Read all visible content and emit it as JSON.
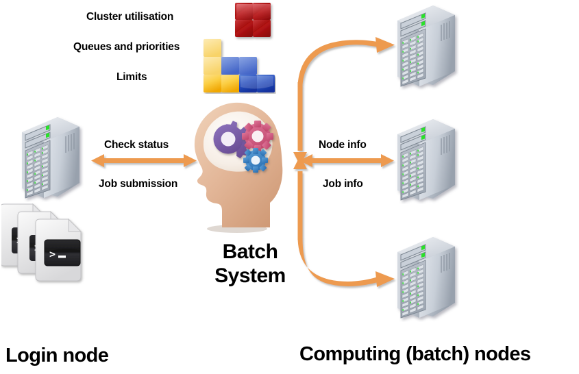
{
  "diagram": {
    "title": "HPC Batch System Workflow Diagram",
    "background": "#ffffff",
    "accent_orange": "#ED9A4F",
    "text_color": "#000000"
  },
  "bullets": [
    {
      "label": "Cluster utilisation"
    },
    {
      "label": "Queues and priorities"
    },
    {
      "label": "Limits"
    }
  ],
  "flows": {
    "check_status": "Check status",
    "job_submission": "Job submission",
    "node_info": "Node info",
    "job_info": "Job info"
  },
  "center": {
    "line1": "Batch",
    "line2": "System",
    "icon": "head-with-gears-icon",
    "gear_colors": {
      "large": "#7B5EA7",
      "medium": "#D1577F",
      "small": "#3E85C6"
    },
    "skin_color": "#E3B799"
  },
  "sections": {
    "login": "Login node",
    "compute": "Computing (batch) nodes"
  },
  "tetris": {
    "icon": "tetris-blocks-icon",
    "colors": {
      "red": "#B11217",
      "yellow": "#F6C018",
      "blue": "#1A47B8"
    },
    "pieces": [
      {
        "name": "red-square",
        "color": "red"
      },
      {
        "name": "yellow-L",
        "color": "yellow"
      },
      {
        "name": "blue-S",
        "color": "blue"
      }
    ]
  },
  "terminals": {
    "icon": "terminal-script-file-icon",
    "count": 3,
    "prompt": ">_"
  },
  "nodes": {
    "login": {
      "icon": "server-tower-icon",
      "name": "login-node"
    },
    "compute": [
      {
        "icon": "server-tower-icon",
        "name": "compute-node-1"
      },
      {
        "icon": "server-tower-icon",
        "name": "compute-node-2"
      },
      {
        "icon": "server-tower-icon",
        "name": "compute-node-3"
      }
    ]
  }
}
